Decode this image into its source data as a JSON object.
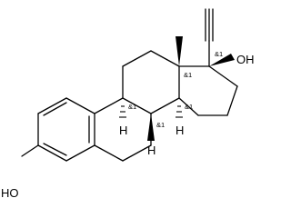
{
  "structure": {
    "labels": {
      "hydroxyl_top": "OH",
      "hydroxyl_bottom": "HO",
      "hydrogen": "H",
      "stereo": "&1"
    },
    "colors": {
      "ink": "#000000",
      "background": "#ffffff"
    }
  }
}
